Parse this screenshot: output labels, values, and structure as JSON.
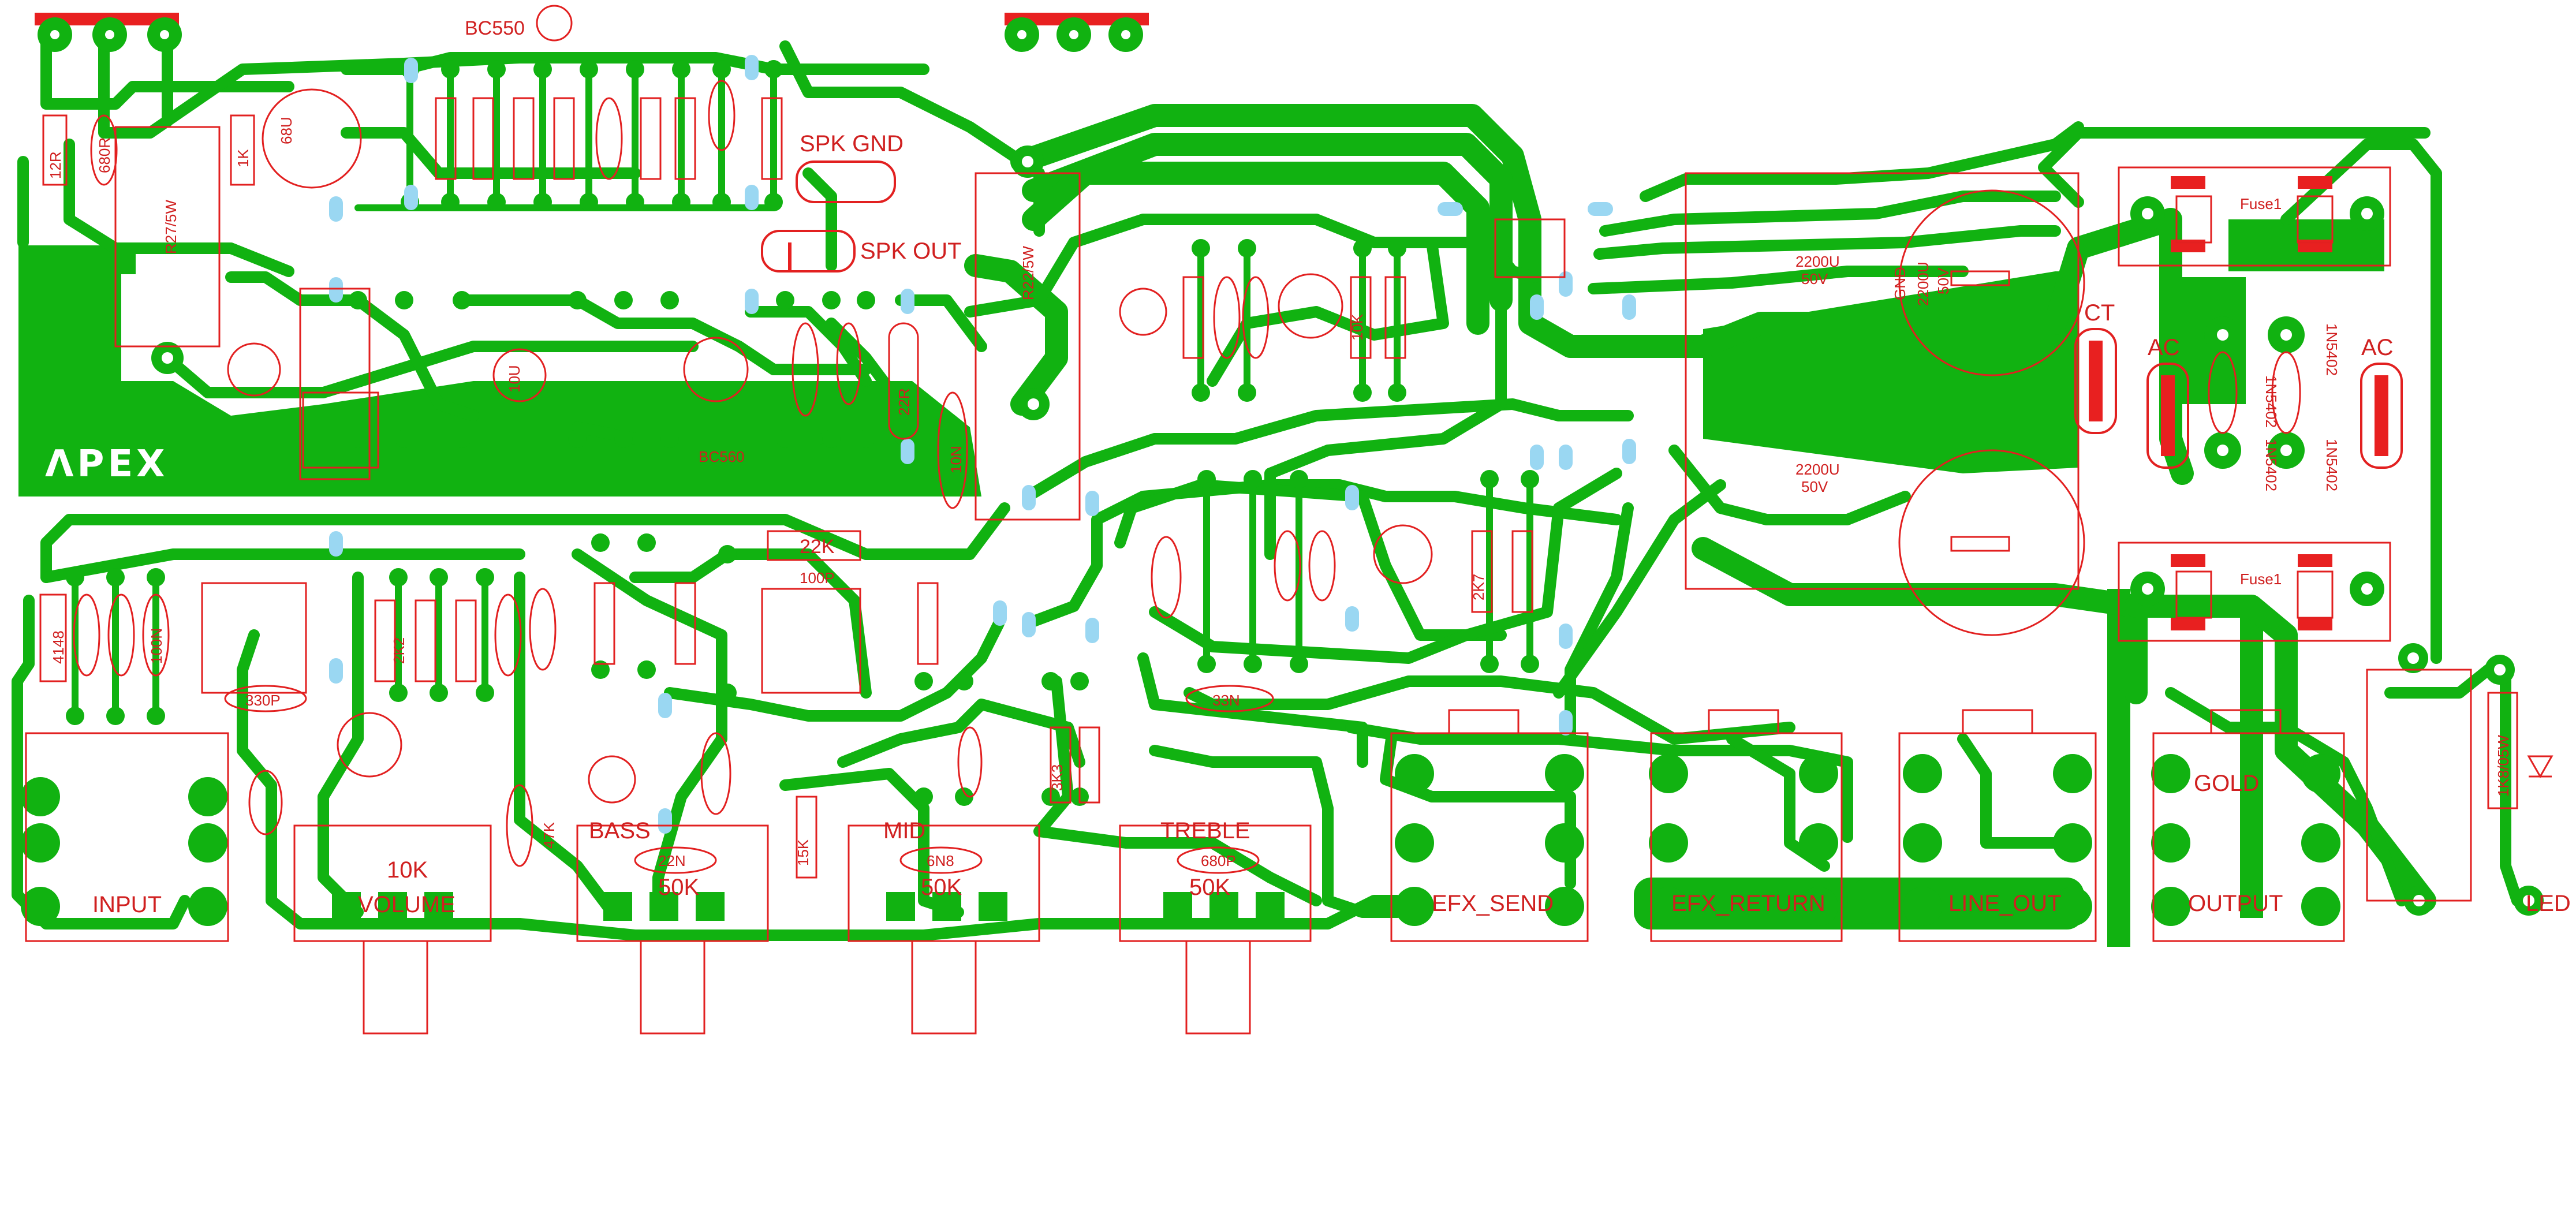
{
  "board": {
    "logo": "ΛPEX",
    "colors": {
      "copper": "#11b211",
      "silkscreen": "#d02020",
      "via": "#9ad7f2",
      "background": "#ffffff"
    }
  },
  "labels": {
    "spk_gnd": "SPK GND",
    "spk_out": "SPK OUT",
    "bc550": "BC550",
    "bc560": "BC560",
    "cap_22k": "22K",
    "cap_100p": "100P",
    "cap_33n": "33N",
    "cap_330p": "330P",
    "cap_22n": "22N",
    "cap_6n8": "6N8",
    "cap_680p": "680P",
    "ct": "CT",
    "ac_left": "AC",
    "ac_right": "AC",
    "fuse1_top": "Fuse1",
    "fuse1_bottom": "Fuse1",
    "cap_2200u_top": "2200U",
    "cap_50v_top": "50V",
    "cap_2200u_mid": "2200U",
    "cap_50v_mid": "50V",
    "cap_2200u_bot": "2200U",
    "cap_50v_bot": "50V",
    "d_top_left": "1N5402",
    "d_top_right": "1N5402",
    "d_bot_left": "1N5402",
    "d_bot_right": "1N5402",
    "r_12r": "12R",
    "r_680r": "680R",
    "r_1k": "1K",
    "r_r27": "R27/5W",
    "r_r22": "R22/5W",
    "d_4148": "4148",
    "cap_100n": "100N",
    "r_2k2": "2K2",
    "r_3k3": "3K3",
    "r_2k7": "2K7",
    "r_10k": "10K",
    "r_47k": "47K",
    "r_15k": "15K",
    "cap_10u": "10U",
    "r_22r": "22R",
    "cap_10n": "10N",
    "cap_68u": "68U",
    "r_1k8": "1K8/05W",
    "jack_input": "INPUT",
    "pot_volume_val": "10K",
    "pot_volume": "VOLUME",
    "pot_bass_val": "50K",
    "pot_bass": "BASS",
    "pot_mid_val": "50K",
    "pot_mid": "MID",
    "pot_treble_val": "50K",
    "pot_treble": "TREBLE",
    "jack_efx_send": "EFX_SEND",
    "jack_efx_return": "EFX_RETURN",
    "jack_line_out": "LINE_OUT",
    "jack_gold": "GOLD",
    "jack_output": "OUTPUT",
    "led": "LED",
    "gnd_label": "GND"
  }
}
